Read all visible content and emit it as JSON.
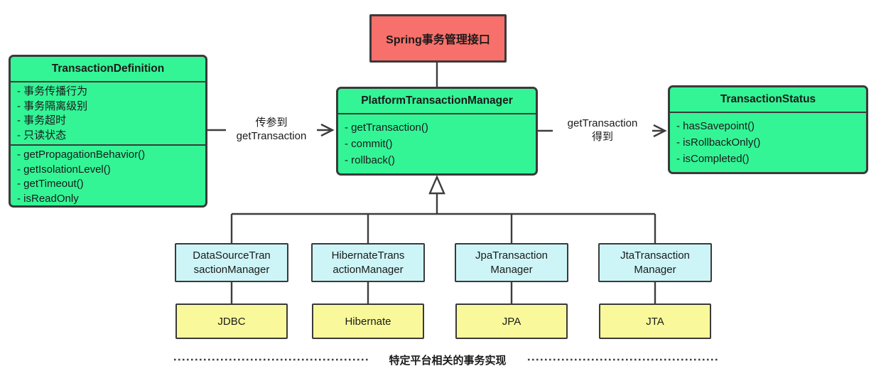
{
  "colors": {
    "green": "#33f596",
    "red": "#f8706b",
    "cyan": "#cdf5f7",
    "yellow": "#f9f99b",
    "border": "#3a3a3a",
    "line": "#3d3d3d"
  },
  "spring_interface": {
    "label": "Spring事务管理接口"
  },
  "transaction_definition": {
    "title": "TransactionDefinition",
    "attributes": [
      "- 事务传播行为",
      "- 事务隔离级别",
      "- 事务超时",
      "- 只读状态"
    ],
    "methods": [
      "- getPropagationBehavior()",
      "- getIsolationLevel()",
      "- getTimeout()",
      "- isReadOnly"
    ]
  },
  "platform_transaction_manager": {
    "title": "PlatformTransactionManager",
    "methods": [
      "- getTransaction()",
      "- commit()",
      "- rollback()"
    ]
  },
  "transaction_status": {
    "title": "TransactionStatus",
    "methods": [
      "- hasSavepoint()",
      "- isRollbackOnly()",
      "- isCompleted()"
    ]
  },
  "left_connector": {
    "line1": "传参到",
    "line2": "getTransaction"
  },
  "right_connector": {
    "line1": "getTransaction",
    "line2": "得到"
  },
  "implementations": [
    {
      "lines": [
        "DataSourceTran",
        "sactionManager"
      ],
      "platform": "JDBC"
    },
    {
      "lines": [
        "HibernateTrans",
        "actionManager"
      ],
      "platform": "Hibernate"
    },
    {
      "lines": [
        "JpaTransaction",
        "Manager"
      ],
      "platform": "JPA"
    },
    {
      "lines": [
        "JtaTransaction",
        "Manager"
      ],
      "platform": "JTA"
    }
  ],
  "footer": {
    "label": "特定平台相关的事务实现"
  }
}
